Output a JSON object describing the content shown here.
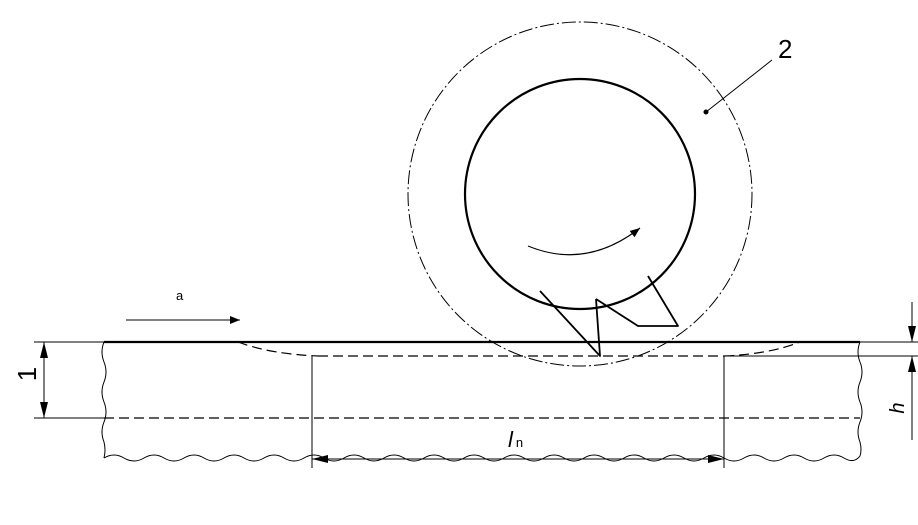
{
  "labels": {
    "part_1": "1",
    "part_2": "2",
    "feed_direction": "a",
    "depth": "h",
    "length_main": "l",
    "length_sub": "n"
  },
  "colors": {
    "line": "#000000",
    "background": "#ffffff"
  }
}
